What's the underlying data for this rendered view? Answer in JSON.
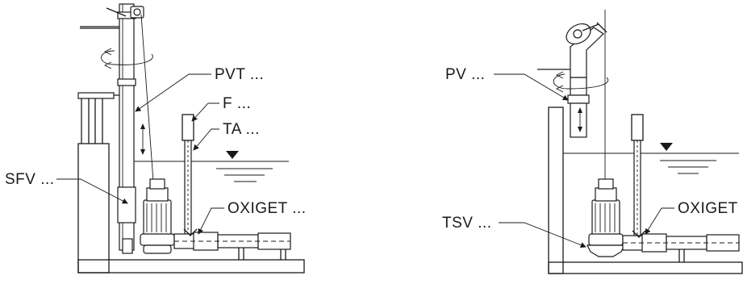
{
  "left_installation": {
    "labels": {
      "pvt": "PVT ...",
      "f": "F ...",
      "ta": "TA ...",
      "sfv": "SFV ...",
      "oxiget": "OXIGET ..."
    }
  },
  "right_installation": {
    "labels": {
      "pv": "PV ...",
      "tsv": "TSV ...",
      "oxiget": "OXIGET ..."
    }
  }
}
